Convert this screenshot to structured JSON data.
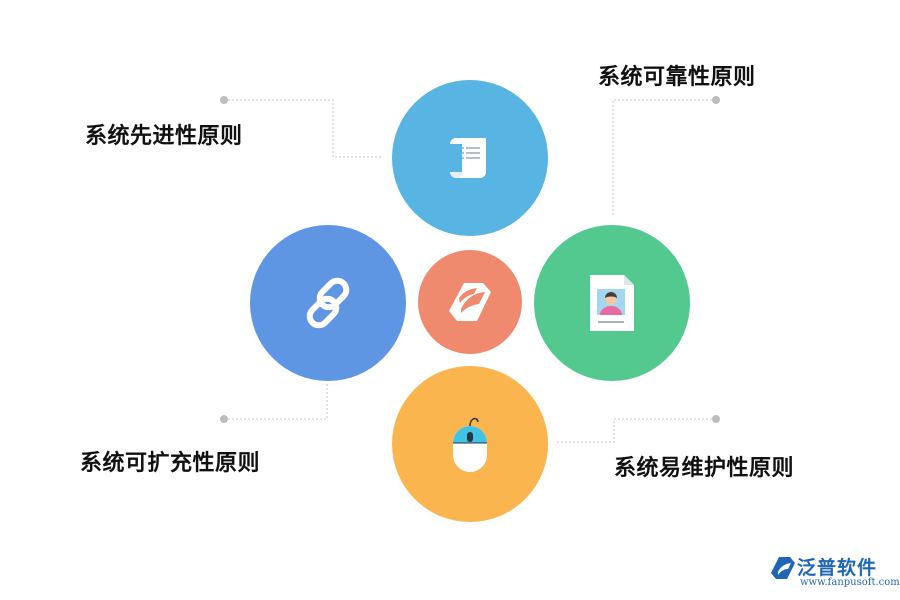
{
  "principles": {
    "advanced": "系统先进性原则",
    "reliable": "系统可靠性原则",
    "extensible": "系统可扩充性原则",
    "maintainable": "系统易维护性原则"
  },
  "colors": {
    "top": "#58b4e3",
    "left": "#5f96e3",
    "right": "#54c98f",
    "bottom": "#fbb54e",
    "center": "#ef8a6e"
  },
  "icons": {
    "top": "scroll-icon",
    "left": "chain-link-icon",
    "right": "id-card-icon",
    "bottom": "mouse-icon",
    "center": "logo-icon"
  },
  "brand": {
    "name": "泛普软件",
    "url": "www.fanpusoft.com"
  }
}
